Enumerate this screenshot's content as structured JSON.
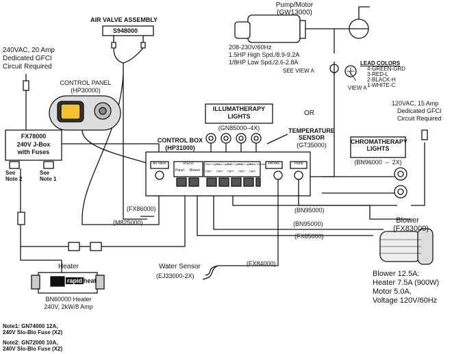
{
  "air_valve": {
    "title": "AIR VALVE ASSEMBLY",
    "part": "S948000"
  },
  "pump": {
    "title": "Pump/Motor",
    "part": "(GW13000)",
    "specs": [
      "208-230V/60Hz",
      "1.5HP High Spd./8.9-9.2A",
      "1/8HP Low Spd./2.6-2.8A"
    ],
    "see_view": "SEE VIEW A",
    "view_label": "VIEW A"
  },
  "lead_colors": {
    "title": "LEAD COLORS",
    "items": [
      "4-GREEN-GRD",
      "3-RED-L",
      "2-BLACK-H",
      "1-WHITE-C"
    ]
  },
  "supply_240": [
    "240VAC, 20 Amp",
    "Dedicated GFCI",
    "Circuit Required"
  ],
  "supply_120": [
    "120VAC, 15 Amp",
    "Dedicated GFCI",
    "Circuit Required"
  ],
  "control_panel": {
    "title": "CONTROL PANEL",
    "part": "(HP30000)"
  },
  "jbox": {
    "part": "FX78000",
    "desc": [
      "240V J-Box",
      "with Fuses"
    ],
    "note2": "See\nNote 2",
    "note1": "See\nNote 1"
  },
  "illuma": {
    "title": [
      "ILLUMATHERAPY",
      "LIGHTS"
    ],
    "part": "(GN85000–4X)",
    "or": "OR"
  },
  "temp_sensor": {
    "title": [
      "TEMPERATURE",
      "SENSOR"
    ],
    "part": "(GT35000)"
  },
  "chroma": {
    "title": [
      "CHROMATHERAPY",
      "LIGHTS"
    ],
    "part": "(BN96000  –  2X)"
  },
  "control_box": {
    "title": "CONTROL BOX",
    "part": "(HP31000)",
    "air_valve": "Air Valve",
    "rs232": "RS232",
    "panel": "Panel",
    "blower": "Blower",
    "ports": [
      "Illum Light 1",
      "Illum Light 2",
      "Illum Light 3",
      "Illum Light 4",
      "Temp Sensor"
    ],
    "ports2": [
      "Light",
      "Light",
      "Light",
      "Light",
      "Light"
    ],
    "v240": "240VAC",
    "pump": "Pump"
  },
  "cables": {
    "fx86000": "(FX86000)",
    "m825000": "(M825000)",
    "bn95000_a": "(BN95000)",
    "bn95000_b": "(BN95000)",
    "fx85000": "(FX85000)",
    "fx84000": "(FX84000)"
  },
  "water_sensor": {
    "title": "Water Sensor",
    "part": "(EJ33000-2X)"
  },
  "heater": {
    "title": "Heater",
    "brand1": "rapid",
    "brand2": "heat",
    "desc": [
      "BN60000 Heater",
      "240V, 2kW/8 Amp"
    ]
  },
  "blower": {
    "title": "Blower",
    "part": "(FX83000)",
    "specs": [
      "Blower 12.5A:",
      "Heater 7.5A (900W)",
      "Motor 5.0A,",
      "Voltage 120V/60Hz"
    ]
  },
  "notes": [
    "Note1: GN74000 12A,",
    "240V Slo-Blo Fuse (X2)",
    "Note2: GN72000 10A,",
    "240V Slo-Blo Fuse (X2)"
  ]
}
